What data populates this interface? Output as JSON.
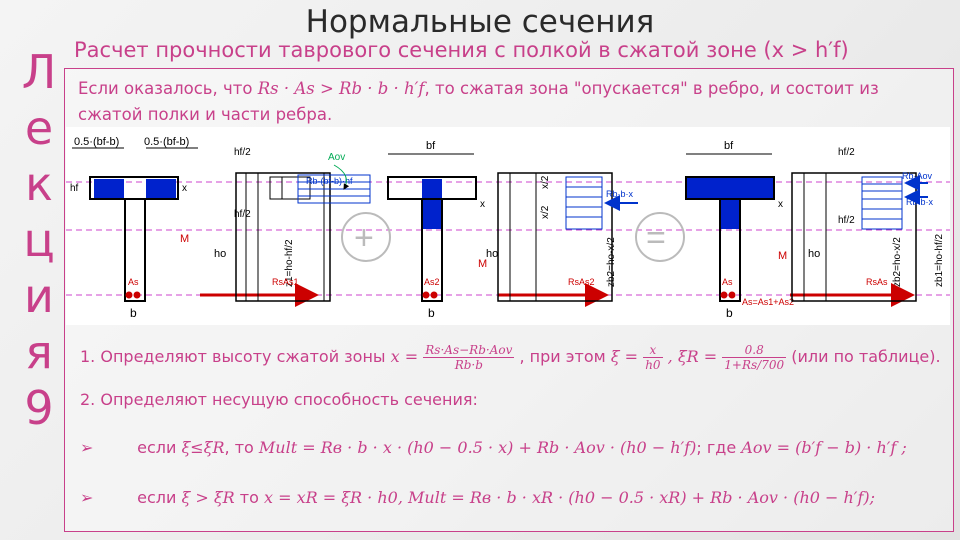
{
  "slide": {
    "title": "Нормальные сечения",
    "side_letters": [
      "Л",
      "е",
      "к",
      "ц",
      "и",
      "я",
      "9"
    ],
    "subtitle": "Расчет прочности таврового сечения с полкой в сжатой зоне (x > h′f)",
    "intro_before": "Если оказалось, что ",
    "intro_formula": "Rs · As > Rb · b · h′f",
    "intro_after": ", то сжатая зона \"опускается\" в ребро, и состоит из сжатой полки и части ребра."
  },
  "diagram": {
    "left": {
      "flange_dims": [
        "0.5·(bf-b)",
        "0.5·(bf-b)"
      ],
      "labels": [
        "hf",
        "x",
        "hf/2",
        "hf/2",
        "ho",
        "z1=ho-hf/2",
        "M",
        "As",
        "RsAs1",
        "b"
      ]
    },
    "top_label": "Aov",
    "force_flange": "Rb·(bf-b)·hf",
    "middle": {
      "labels": [
        "bf",
        "x",
        "x/2",
        "x/2",
        "ho",
        "zb2=ho-x/2",
        "M",
        "As2",
        "RsAs2",
        "b"
      ],
      "force": "Rb·b·x"
    },
    "right": {
      "labels": [
        "bf",
        "x",
        "hf/2",
        "hf/2",
        "ho",
        "zb2=ho-x/2",
        "zb1=ho-hf/2",
        "M",
        "As",
        "As=As1+As2",
        "RsAs",
        "b"
      ],
      "forces": [
        "Rb·Aov",
        "Rb·b·x"
      ]
    },
    "operators": [
      "+",
      "="
    ]
  },
  "steps": {
    "step1_before": "1. Определяют высоту сжатой зоны ",
    "step1_x": "x =",
    "step1_num": "Rs·As−Rb·Aov",
    "step1_den": "Rb·b",
    "step1_mid": ", при этом ",
    "step1_xi": "ξ =",
    "step1_xi_num": "x",
    "step1_xi_den": "h0",
    "step1_xir": ",  ξR =",
    "step1_xir_num": "0.8",
    "step1_xir_den": "1+Rs/700",
    "step1_after": " (или по таблице).",
    "step2": "2. Определяют несущую способность сечения:"
  },
  "bullets": [
    {
      "arrow": "➢",
      "lead": "если ",
      "cond": "ξ≤ξR",
      "mid": ", то ",
      "formula": "Mult = Rв · b · x · (h0 − 0.5 · x) + Rb · Aov · (h0 − h′f)",
      "tail_lead": "; где ",
      "tail": "Aov = (b′f − b) · h′f ;"
    },
    {
      "arrow": "➢",
      "lead": "если ",
      "cond": "ξ > ξR",
      "mid": "   то ",
      "formula": "x = xR = ξR · h0,  Mult = Rв · b · xR · (h0 − 0.5 · xR) + Rb · Aov · (h0 − h′f);",
      "tail_lead": "",
      "tail": ""
    }
  ],
  "colors": {
    "accent": "#c8408a",
    "concrete_fill": "#0022cc",
    "rebar": "#cc0000",
    "dash": "#cc44cc",
    "force_arrow": "#0033cc"
  }
}
